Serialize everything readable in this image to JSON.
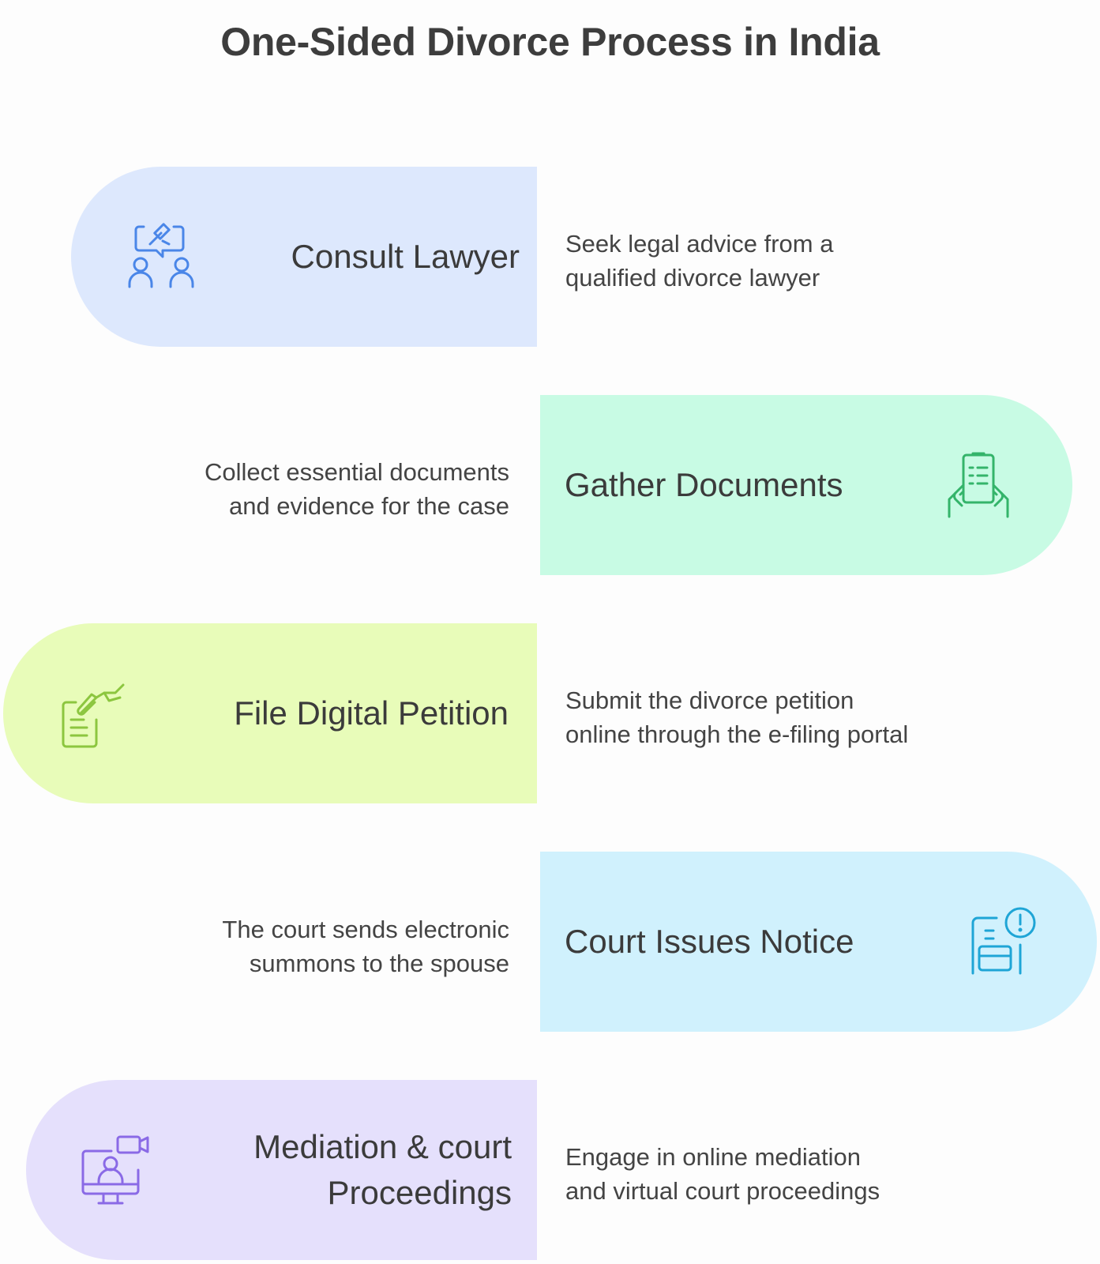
{
  "title": "One-Sided Divorce Process in India",
  "steps": [
    {
      "title": "Consult Lawyer",
      "description_line1": "Seek legal advice from a",
      "description_line2": "qualified divorce lawyer",
      "icon": "lawyer-consultation-icon",
      "color": "#dde8fd",
      "icon_color": "#4a86e8"
    },
    {
      "title": "Gather Documents",
      "description_line1": "Collect essential documents",
      "description_line2": "and evidence for the case",
      "icon": "documents-in-hands-icon",
      "color": "#c8fbe4",
      "icon_color": "#34b46a"
    },
    {
      "title": "File Digital Petition",
      "description_line1": "Submit the divorce petition",
      "description_line2": "online through the e-filing portal",
      "icon": "petition-document-icon",
      "color": "#e8fcb9",
      "icon_color": "#8cc63f"
    },
    {
      "title": "Court Issues Notice",
      "description_line1": "The court sends electronic",
      "description_line2": "summons to the spouse",
      "icon": "notice-alert-icon",
      "color": "#d0f1fd",
      "icon_color": "#1ea5d6"
    },
    {
      "title_line1": "Mediation & court",
      "title_line2": "Proceedings",
      "description_line1": "Engage in online mediation",
      "description_line2": "and virtual court proceedings",
      "icon": "video-conference-icon",
      "color": "#e5e0fc",
      "icon_color": "#8a6ae6"
    }
  ]
}
